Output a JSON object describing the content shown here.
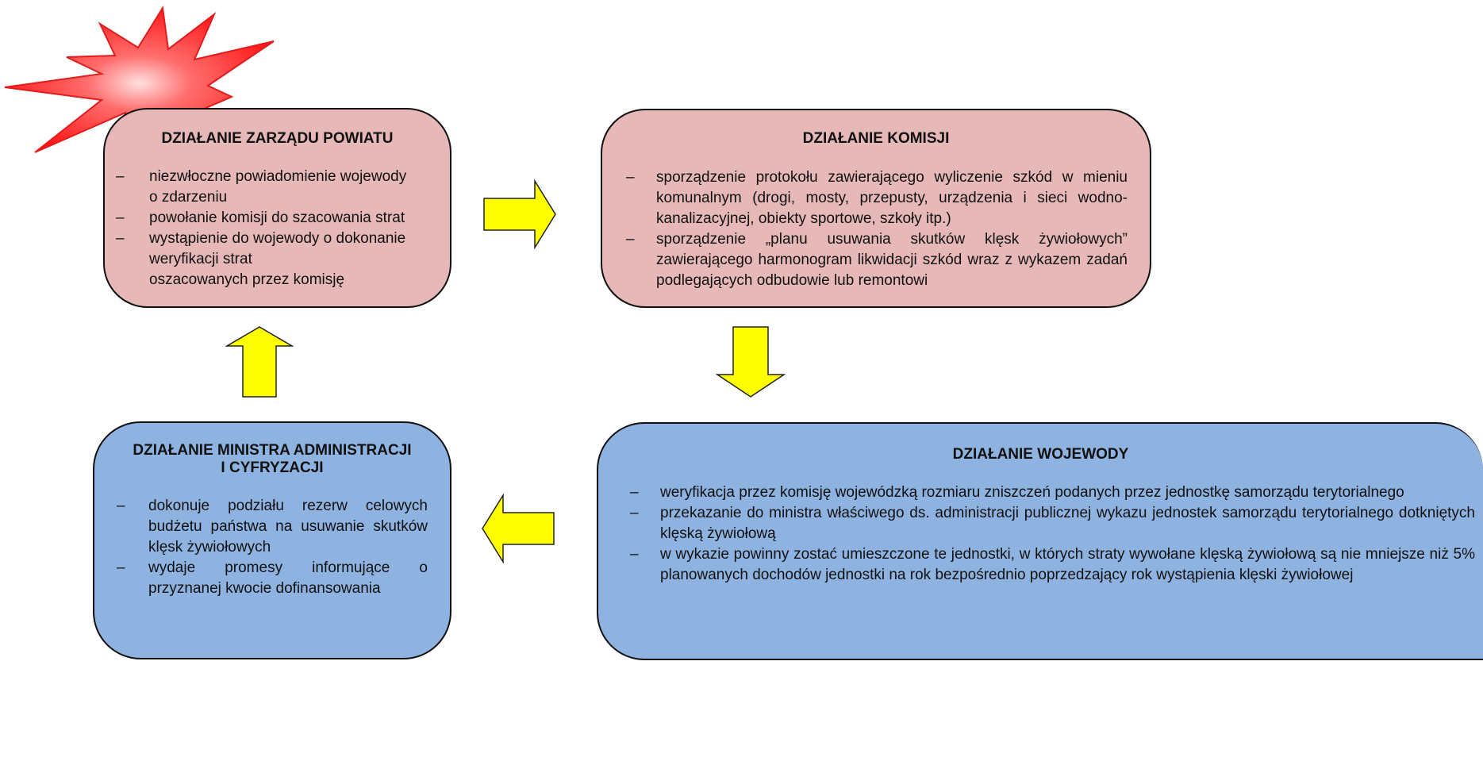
{
  "boxes": {
    "top_left": {
      "title": "DZIAŁANIE ZARZĄDU POWIATU",
      "items": [
        "niezwłoczne powiadomienie wojewody",
        "o zdarzeniu",
        "powołanie komisji do szacowania strat",
        "wystąpienie do wojewody o dokonanie",
        "weryfikacji strat",
        "oszacowanych przez komisję"
      ]
    },
    "top_right": {
      "title": "DZIAŁANIE KOMISJI",
      "items": [
        "sporządzenie protokołu zawierającego wyliczenie szkód w mieniu komunalnym (drogi, mosty, przepusty, urządzenia i sieci wodno-kanalizacyjnej, obiekty sportowe, szkoły itp.)",
        "sporządzenie „planu usuwania skutków klęsk żywiołowych” zawierającego harmonogram likwidacji szkód wraz z wykazem zadań podlegających odbudowie lub remontowi"
      ]
    },
    "bottom_left": {
      "title_line1": "DZIAŁANIE MINISTRA ADMINISTRACJI",
      "title_line2": "I CYFRYZACJI",
      "items": [
        "dokonuje podziału rezerw celowych budżetu państwa na usuwanie skutków klęsk żywiołowych",
        "wydaje promesy informujące o przyznanej kwocie dofinansowania"
      ]
    },
    "bottom_right": {
      "title": "DZIAŁANIE WOJEWODY",
      "items": [
        "weryfikacja przez komisję wojewódzką rozmiaru zniszczeń podanych przez jednostkę samorządu terytorialnego",
        "przekazanie do ministra właściwego ds. administracji publicznej wykazu jednostek samorządu terytorialnego dotkniętych klęską żywiołową",
        "w wykazie powinny zostać umieszczone te jednostki, w których straty wywołane klęską żywiołową są nie mniejsze niż 5% planowanych dochodów jednostki na rok bezpośrednio poprzedzający rok wystąpienia klęski żywiołowej"
      ]
    }
  },
  "bullet": "–",
  "colors": {
    "pink_box": "#e6b8b8",
    "blue_box": "#8fb3e1",
    "arrow_fill": "#ffff00",
    "burst_red": "#ff1a1a"
  },
  "icons": {
    "burst": "explosion-star-icon",
    "arrows": [
      "arrow-right-icon",
      "arrow-down-icon",
      "arrow-left-icon",
      "arrow-up-icon"
    ]
  }
}
